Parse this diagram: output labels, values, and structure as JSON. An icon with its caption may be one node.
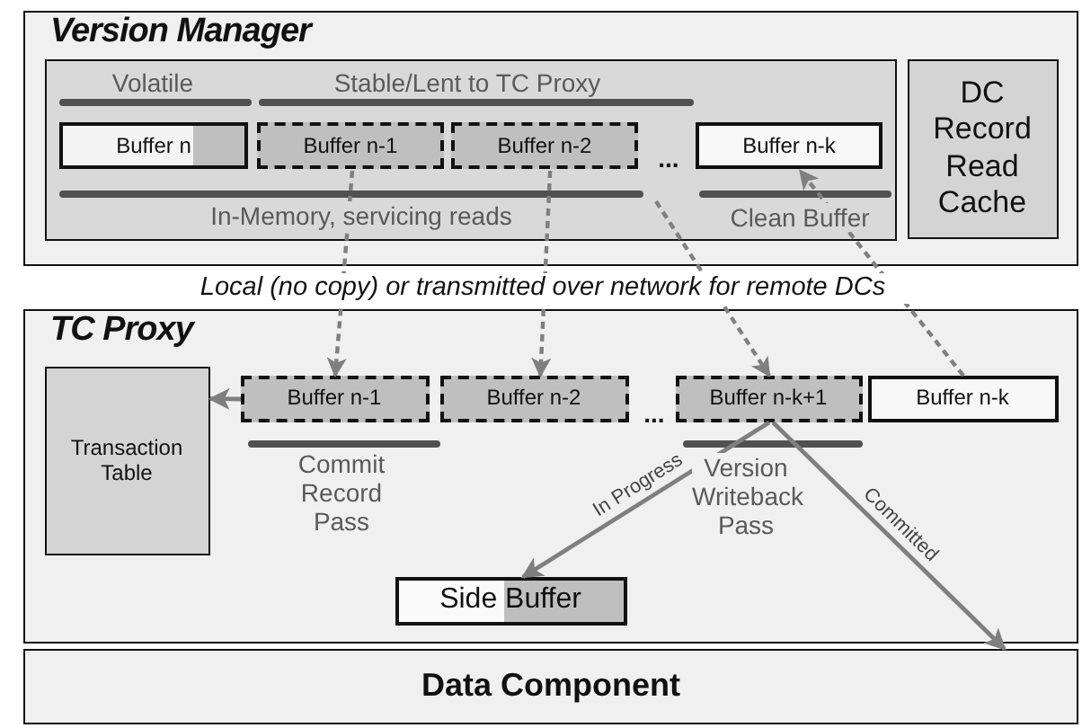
{
  "diagram": {
    "nodes": [
      {
        "text": [
          "Version Manager"
        ]
      },
      {
        "text": [],
        "shape": "box",
        "in": 0
      },
      {
        "text": [
          "Buffer n"
        ],
        "in": 1
      },
      {
        "text": [
          "Buffer n-1"
        ],
        "in": 1
      },
      {
        "text": [
          "Buffer n-2"
        ],
        "in": 1
      },
      {
        "text": [
          "Buffer n-k"
        ],
        "in": 1
      },
      {
        "text": [
          "DC Record Read Cache"
        ],
        "in": 0
      },
      {
        "text": [
          "TC Proxy"
        ]
      },
      {
        "text": [
          "Transaction Table"
        ],
        "in": 7
      },
      {
        "text": [
          "Buffer n-1"
        ],
        "in": 7
      },
      {
        "text": [
          "Buffer n-2"
        ],
        "in": 7
      },
      {
        "text": [
          "Buffer n-k+1"
        ],
        "in": 7
      },
      {
        "text": [
          "Buffer n-k"
        ],
        "in": 7
      },
      {
        "text": [
          "Side Buffer"
        ],
        "in": 7
      },
      {
        "text": [
          "Data Component"
        ]
      }
    ],
    "edges": [
      {
        "from": 3,
        "to": 9,
        "arrow": "to",
        "style": "dashed"
      },
      {
        "from": 4,
        "to": 10,
        "arrow": "to",
        "style": "dashed"
      },
      {
        "from": null,
        "to": 11,
        "arrow": "to",
        "style": "dashed"
      },
      {
        "from": 12,
        "to": 5,
        "arrow": "to",
        "style": "dashed"
      },
      {
        "from": 9,
        "to": 8,
        "arrow": "to"
      },
      {
        "from": 11,
        "to": 13,
        "arrow": "to",
        "label": "In Progress"
      },
      {
        "from": 11,
        "to": 14,
        "arrow": "to",
        "label": "Committed"
      }
    ],
    "labels": [
      "Volatile",
      "Stable/Lent to TC Proxy",
      "...",
      "In-Memory, servicing reads",
      "Clean Buffer",
      "Local (no copy) or transmitted over network for remote DCs",
      "...",
      "Commit Record Pass",
      "Version Writeback Pass"
    ]
  }
}
